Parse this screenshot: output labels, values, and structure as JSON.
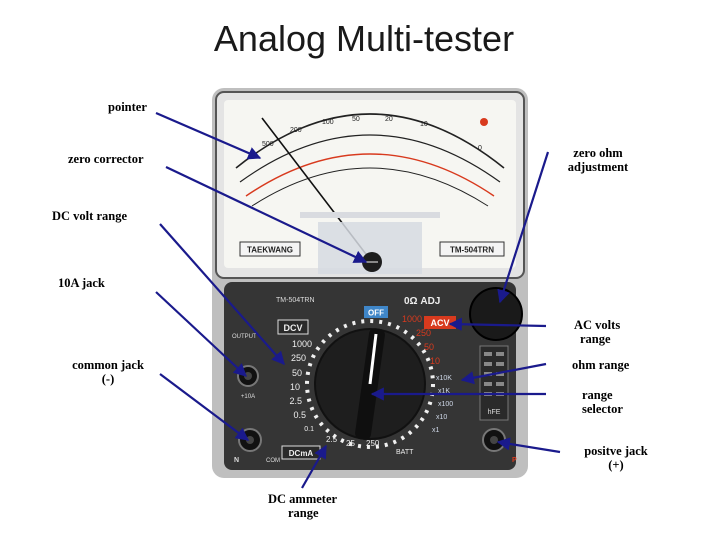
{
  "title": "Analog Multi-tester",
  "labels": {
    "pointer": "pointer",
    "zero_corrector": "zero corrector",
    "dc_volt_range": "DC volt range",
    "ten_a_jack": "10A jack",
    "common_jack_1": "common jack",
    "common_jack_2": "(-)",
    "zero_ohm_1": "zero ohm",
    "zero_ohm_2": "adjustment",
    "ac_volts_1": "AC volts",
    "ac_volts_2": "range",
    "ohm_range": "ohm range",
    "range_sel_1": "range",
    "range_sel_2": "selector",
    "positive_jack_1": "positve jack",
    "positive_jack_2": "(+)",
    "dc_ammeter_1": "DC ammeter",
    "dc_ammeter_2": "range"
  },
  "device": {
    "brand": "TAEKWANG",
    "model": "TM-504TRN",
    "panel_model": "TM-504TRN",
    "zero_adj": "0Ω ADJ",
    "dcv": "DCV",
    "acv": "ACV",
    "off": "OFF",
    "dcma": "DCmA",
    "batt": "BATT",
    "hfe": "hFE",
    "output": "OUTPUT",
    "ten_a": "+10A",
    "n": "N",
    "com": "COM",
    "p": "P",
    "dcv_ranges": [
      "1000",
      "250",
      "50",
      "10",
      "2.5",
      "0.5",
      "0.1"
    ],
    "acv_ranges": [
      "1000",
      "250",
      "50",
      "10"
    ],
    "ohm_ranges": [
      "x10K",
      "x1K",
      "x100",
      "x10",
      "x1"
    ],
    "dcma_ranges": [
      "2.5",
      "25",
      "250"
    ],
    "scale_numbers": [
      "0",
      "10",
      "20",
      "50",
      "100",
      "200",
      "500"
    ]
  },
  "colors": {
    "arrow": "#1a1a8c",
    "case": "#2e2e2e",
    "acv_red": "#d83a1e",
    "dial": "#232323",
    "lcd_blue": "#3f86c8"
  }
}
